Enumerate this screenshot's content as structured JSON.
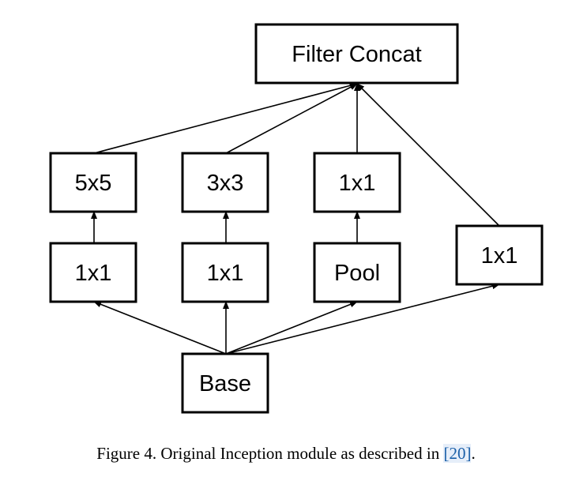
{
  "diagram": {
    "nodes": [
      {
        "id": "filter-concat",
        "label": "Filter Concat"
      },
      {
        "id": "conv5x5",
        "label": "5x5"
      },
      {
        "id": "conv3x3",
        "label": "3x3"
      },
      {
        "id": "conv1x1-top",
        "label": "1x1"
      },
      {
        "id": "reduce1x1-a",
        "label": "1x1"
      },
      {
        "id": "reduce1x1-b",
        "label": "1x1"
      },
      {
        "id": "pool",
        "label": "Pool"
      },
      {
        "id": "conv1x1-right",
        "label": "1x1"
      },
      {
        "id": "base",
        "label": "Base"
      }
    ],
    "edges": [
      {
        "from": "base",
        "to": "reduce1x1-a"
      },
      {
        "from": "base",
        "to": "reduce1x1-b"
      },
      {
        "from": "base",
        "to": "pool"
      },
      {
        "from": "base",
        "to": "conv1x1-right"
      },
      {
        "from": "reduce1x1-a",
        "to": "conv5x5"
      },
      {
        "from": "reduce1x1-b",
        "to": "conv3x3"
      },
      {
        "from": "pool",
        "to": "conv1x1-top"
      },
      {
        "from": "conv5x5",
        "to": "filter-concat"
      },
      {
        "from": "conv3x3",
        "to": "filter-concat"
      },
      {
        "from": "conv1x1-top",
        "to": "filter-concat"
      },
      {
        "from": "conv1x1-right",
        "to": "filter-concat"
      }
    ]
  },
  "caption": {
    "prefix": "Figure 4. Original Inception module as described in ",
    "citation": "[20]",
    "suffix": "."
  }
}
